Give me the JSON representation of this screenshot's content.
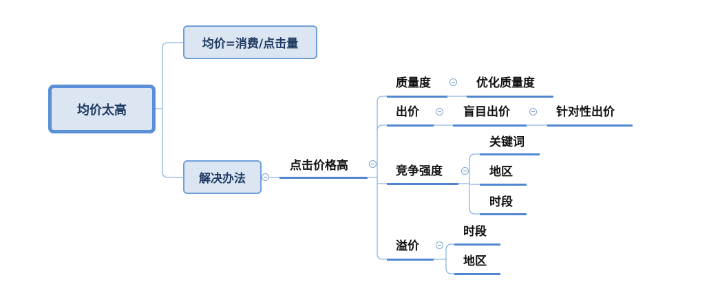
{
  "root": {
    "label": "均价太高"
  },
  "branch_formula": {
    "label": "均价=消费/点击量"
  },
  "branch_solution": {
    "label": "解决办法"
  },
  "node_click_price_high": {
    "label": "点击价格高"
  },
  "node_quality": {
    "label": "质量度"
  },
  "node_optimize_quality": {
    "label": "优化质量度"
  },
  "node_bid": {
    "label": "出价"
  },
  "node_blind_bid": {
    "label": "盲目出价"
  },
  "node_targeted_bid": {
    "label": "针对性出价"
  },
  "node_competition": {
    "label": "竞争强度"
  },
  "node_keyword": {
    "label": "关键词"
  },
  "node_region_a": {
    "label": "地区"
  },
  "node_timeslot_a": {
    "label": "时段"
  },
  "node_overbid": {
    "label": "溢价"
  },
  "node_timeslot_b": {
    "label": "时段"
  },
  "node_region_b": {
    "label": "地区"
  },
  "colors": {
    "line": "#8db3e2",
    "underline": "#4f86d0",
    "box_fill": "#dce6f2",
    "box_border": "#6e9fd6"
  }
}
